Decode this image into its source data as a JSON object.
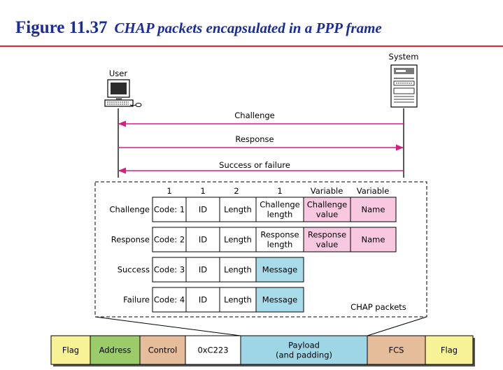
{
  "figure": {
    "number": "Figure 11.37",
    "caption": "CHAP packets encapsulated in a PPP frame"
  },
  "endpoints": {
    "user": "User",
    "system": "System"
  },
  "messages": [
    {
      "label": "Challenge",
      "direction": "system-to-user"
    },
    {
      "label": "Response",
      "direction": "user-to-system"
    },
    {
      "label": "Success or failure",
      "direction": "system-to-user"
    }
  ],
  "field_sizes": [
    "1",
    "1",
    "2",
    "1",
    "Variable",
    "Variable"
  ],
  "packets": [
    {
      "name": "Challenge",
      "fields": [
        {
          "text": "Code: 1",
          "color": "#ffffff"
        },
        {
          "text": "ID",
          "color": "#ffffff"
        },
        {
          "text": "Length",
          "color": "#ffffff"
        },
        {
          "text": "Challenge\nlength",
          "color": "#ffffff"
        },
        {
          "text": "Challenge\nvalue",
          "color": "#f8c8e0"
        },
        {
          "text": "Name",
          "color": "#f8c8e0"
        }
      ]
    },
    {
      "name": "Response",
      "fields": [
        {
          "text": "Code: 2",
          "color": "#ffffff"
        },
        {
          "text": "ID",
          "color": "#ffffff"
        },
        {
          "text": "Length",
          "color": "#ffffff"
        },
        {
          "text": "Response\nlength",
          "color": "#ffffff"
        },
        {
          "text": "Response\nvalue",
          "color": "#f8c8e0"
        },
        {
          "text": "Name",
          "color": "#f8c8e0"
        }
      ]
    },
    {
      "name": "Success",
      "fields": [
        {
          "text": "Code: 3",
          "color": "#ffffff"
        },
        {
          "text": "ID",
          "color": "#ffffff"
        },
        {
          "text": "Length",
          "color": "#ffffff"
        },
        {
          "text": "Message",
          "color": "#a8dcea"
        }
      ]
    },
    {
      "name": "Failure",
      "fields": [
        {
          "text": "Code: 4",
          "color": "#ffffff"
        },
        {
          "text": "ID",
          "color": "#ffffff"
        },
        {
          "text": "Length",
          "color": "#ffffff"
        },
        {
          "text": "Message",
          "color": "#a8dcea"
        }
      ]
    }
  ],
  "packets_label": "CHAP packets",
  "frame_fields": [
    {
      "text": "Flag",
      "color": "#f7f296"
    },
    {
      "text": "Address",
      "color": "#9ccc6a"
    },
    {
      "text": "Control",
      "color": "#e6bd9b"
    },
    {
      "text": "0xC223",
      "color": "#ffffff"
    },
    {
      "text": "Payload\n(and padding)",
      "color": "#9fd6e6"
    },
    {
      "text": "FCS",
      "color": "#e6bd9b"
    },
    {
      "text": "Flag",
      "color": "#f7f296"
    }
  ],
  "colors": {
    "title": "#1a2c9c",
    "rule": "#d42a2a",
    "arrow": "#d61e82"
  }
}
